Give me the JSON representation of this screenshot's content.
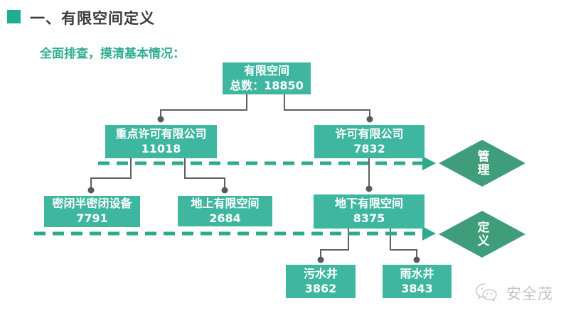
{
  "page": {
    "title": "一、有限空间定义",
    "subtitle": "全面排查，摸清基本情况："
  },
  "diagram": {
    "nodes": {
      "root": {
        "label": "有限空间",
        "value": "总数：18850"
      },
      "key_permit": {
        "label": "重点许可有限公司",
        "value": "11018"
      },
      "permit": {
        "label": "许可有限公司",
        "value": "7832"
      },
      "enclosed": {
        "label": "密闭半密闭设备",
        "value": "7791"
      },
      "above": {
        "label": "地上有限空间",
        "value": "2684"
      },
      "below": {
        "label": "地下有限空间",
        "value": "8375"
      },
      "sewage": {
        "label": "污水井",
        "value": "3862"
      },
      "rain": {
        "label": "雨水井",
        "value": "3843"
      }
    },
    "diamonds": {
      "management": {
        "label": "管理"
      },
      "definition": {
        "label": "定义"
      }
    },
    "colors": {
      "box_fill": "#3fb6a0",
      "dashed_arrow": "#2ea98c",
      "diamond_fill": "#3f9d7b",
      "connector": "#5f5f5f",
      "title_bullet": "#21ad92",
      "subtitle_text": "#2ead91",
      "watermark_text": "#c3c3c3"
    }
  },
  "watermark": {
    "brand": "安全茂",
    "icon": "chat-bubbles-icon"
  }
}
